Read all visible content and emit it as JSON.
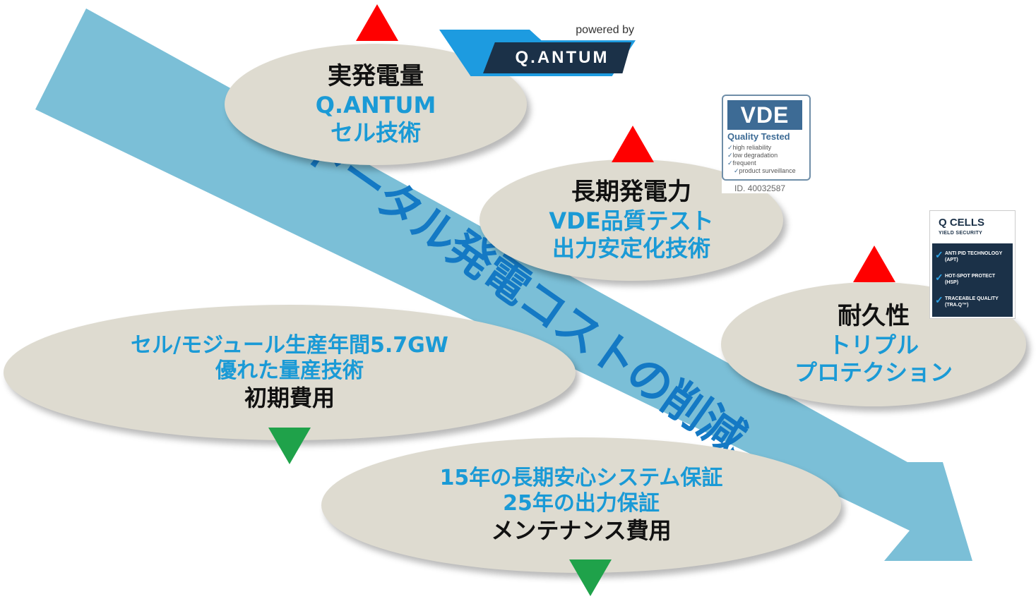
{
  "banner": {
    "text": "トータル発電コストの削減"
  },
  "bubbles": {
    "yield": {
      "title": "実発電量",
      "line1": "Q.ANTUM",
      "line2": "セル技術"
    },
    "longterm": {
      "title": "長期発電力",
      "line1": "VDE品質テスト",
      "line2": "出力安定化技術"
    },
    "durability": {
      "title": "耐久性",
      "line1": "トリプル",
      "line2": "プロテクション"
    },
    "initial": {
      "line1": "セル/モジュール生産年間5.7GW",
      "line2": "優れた量産技術",
      "title": "初期費用"
    },
    "maintenance": {
      "line1": "15年の長期安心システム保証",
      "line2": "25年の出力保証",
      "title": "メンテナンス費用"
    }
  },
  "qantum_badge": {
    "powered_by": "powered by",
    "brand": "Q.ANTUM"
  },
  "vde_badge": {
    "logo": "VDE",
    "subtitle": "Quality Tested",
    "items": [
      "high reliability",
      "low degradation",
      "frequent",
      "product surveillance"
    ],
    "id": "ID. 40032587"
  },
  "qcells_badge": {
    "logo": "Q CELLS",
    "subtitle": "YIELD SECURITY",
    "items": [
      {
        "line1": "ANTI PID TECHNOLOGY",
        "line2": "(APT)"
      },
      {
        "line1": "HOT-SPOT PROTECT",
        "line2": "(HSP)"
      },
      {
        "line1": "TRACEABLE QUALITY",
        "line2": "(TRA.Q™)"
      }
    ]
  },
  "colors": {
    "arrow": "#7bbfd7",
    "banner_text": "#1479c4",
    "ellipse": "#dedbd0",
    "blue_text": "#1a9ad6",
    "up_triangle": "#ff0000",
    "down_triangle": "#1fa24a"
  }
}
